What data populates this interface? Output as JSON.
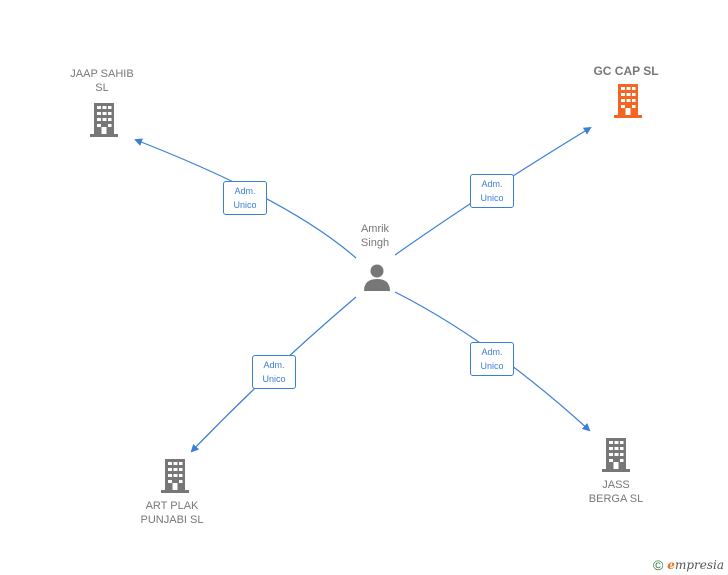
{
  "center": {
    "name": "Amrik\nSingh"
  },
  "companies": [
    {
      "id": "jaap",
      "name": "JAAP SAHIB\nSL",
      "color": "#777777"
    },
    {
      "id": "gccap",
      "name": "GC CAP  SL",
      "color": "#f26522"
    },
    {
      "id": "artplak",
      "name": "ART PLAK\nPUNJABI  SL",
      "color": "#777777"
    },
    {
      "id": "jass",
      "name": "JASS\nBERGA  SL",
      "color": "#777777"
    }
  ],
  "relations": [
    {
      "line1": "Adm.",
      "line2": "Unico"
    },
    {
      "line1": "Adm.",
      "line2": "Unico"
    },
    {
      "line1": "Adm.",
      "line2": "Unico"
    },
    {
      "line1": "Adm.",
      "line2": "Unico"
    }
  ],
  "footer": {
    "copyright": "©",
    "brand_initial": "e",
    "brand_rest": "mpresia"
  },
  "colors": {
    "link": "#3b7fd4",
    "building": "#777777",
    "highlight": "#f26522",
    "person": "#777777"
  }
}
